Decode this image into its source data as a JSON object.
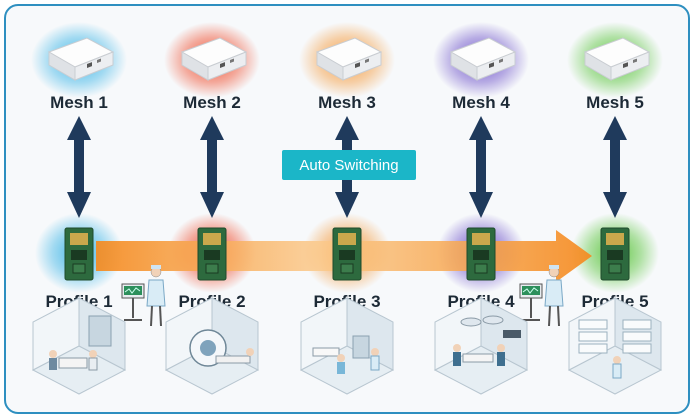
{
  "badge": "Auto Switching",
  "nodes": [
    {
      "mesh": "Mesh 1",
      "profile": "Profile 1",
      "glow": "#3ab4e6",
      "room": "office"
    },
    {
      "mesh": "Mesh 2",
      "profile": "Profile 2",
      "glow": "#ef4a2a",
      "room": "mri"
    },
    {
      "mesh": "Mesh 3",
      "profile": "Profile 3",
      "glow": "#f59a3c",
      "room": "ward"
    },
    {
      "mesh": "Mesh 4",
      "profile": "Profile 4",
      "glow": "#6b4fc8",
      "room": "surgery"
    },
    {
      "mesh": "Mesh 5",
      "profile": "Profile 5",
      "glow": "#59c43a",
      "room": "pharmacy"
    }
  ],
  "colors": {
    "arrow": "#1f3a5c",
    "flow": "#f58a1f",
    "frame": "#2e8fc0",
    "badge": "#1bb6c8"
  }
}
